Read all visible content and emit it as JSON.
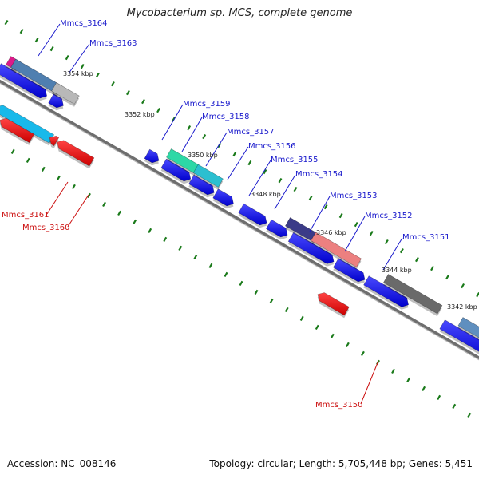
{
  "title": "Mycobacterium sp. MCS, complete genome",
  "footer": {
    "accession": "Accession: NC_008146",
    "topology": "Topology: circular; Length: 5,705,448 bp; Genes: 5,451"
  },
  "colors": {
    "forward_label": "#1a1acc",
    "reverse_label": "#cc1111",
    "cds_forward": "#1a1af0",
    "cds_reverse": "#ee1111",
    "backbone": "#888888",
    "tick": "#1a7a1a"
  },
  "ticks": [
    {
      "label": "3354 kbp"
    },
    {
      "label": "3352 kbp"
    },
    {
      "label": "3350 kbp"
    },
    {
      "label": "3348 kbp"
    },
    {
      "label": "3346 kbp"
    },
    {
      "label": "3344 kbp"
    },
    {
      "label": "3342 kbp"
    }
  ],
  "genes": [
    {
      "name": "Mmcs_3164",
      "strand": "forward"
    },
    {
      "name": "Mmcs_3163",
      "strand": "forward"
    },
    {
      "name": "Mmcs_3159",
      "strand": "forward"
    },
    {
      "name": "Mmcs_3158",
      "strand": "forward"
    },
    {
      "name": "Mmcs_3157",
      "strand": "forward"
    },
    {
      "name": "Mmcs_3156",
      "strand": "forward"
    },
    {
      "name": "Mmcs_3155",
      "strand": "forward"
    },
    {
      "name": "Mmcs_3154",
      "strand": "forward"
    },
    {
      "name": "Mmcs_3153",
      "strand": "forward"
    },
    {
      "name": "Mmcs_3152",
      "strand": "forward"
    },
    {
      "name": "Mmcs_3151",
      "strand": "forward"
    },
    {
      "name": "Mmcs_3161",
      "strand": "reverse"
    },
    {
      "name": "Mmcs_3160",
      "strand": "reverse"
    },
    {
      "name": "Mmcs_3150",
      "strand": "reverse"
    }
  ]
}
